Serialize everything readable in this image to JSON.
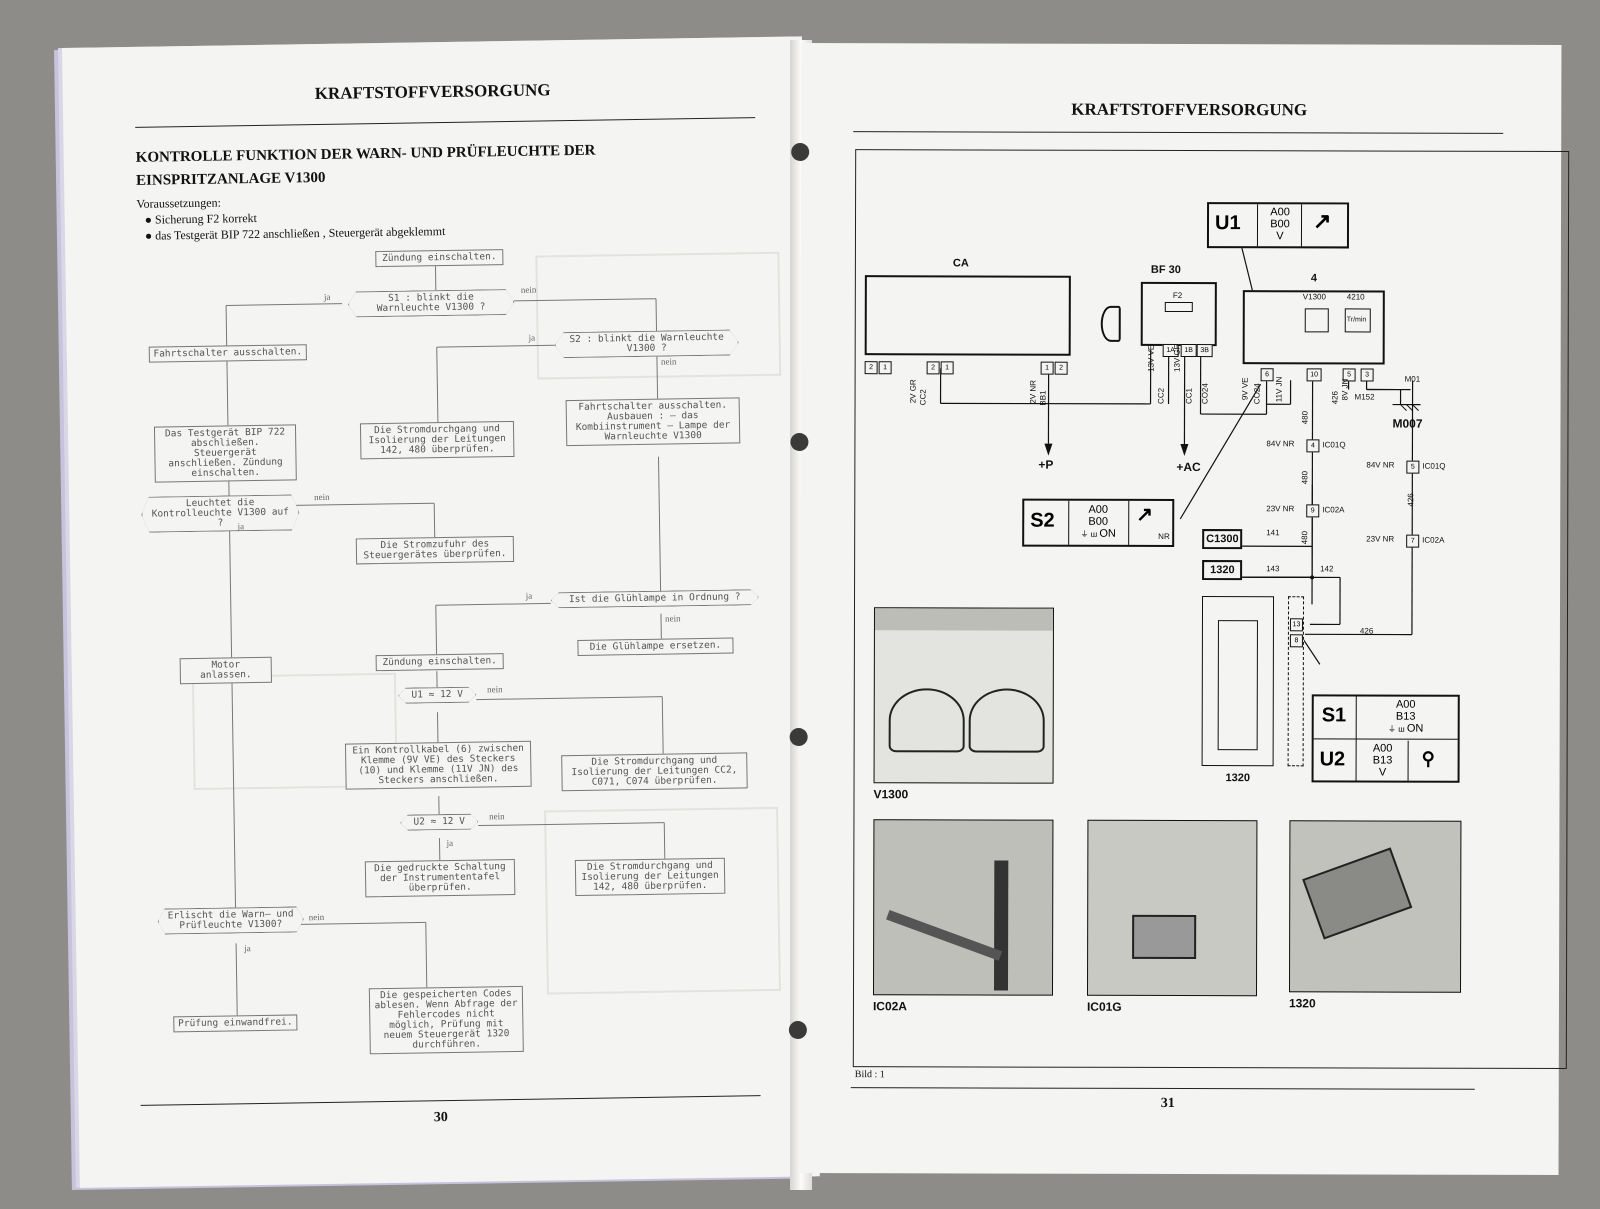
{
  "left": {
    "header": "KRAFTSTOFFVERSORGUNG",
    "title_line1": "KONTROLLE FUNKTION DER WARN- UND PRÜFLEUCHTE DER",
    "title_line2": "EINSPRITZANLAGE V1300",
    "prereq_title": "Voraussetzungen:",
    "prereq": [
      "Sicherung F2 korrekt",
      "das Testgerät BIP 722 anschließen , Steuergerät abgeklemmt"
    ],
    "bullet": "●",
    "flow": {
      "zundung1": "Zündung einschalten.",
      "s1": "S1 : blinkt die Warnleuchte V1300 ?",
      "fahrt1": "Fahrtschalter ausschalten.",
      "s2": "S2 : blinkt die Warnleuchte V1300 ?",
      "testgeraet": "Das Testgerät BIP 722 abschließen. Steuergerät anschließen. Zündung einschalten.",
      "strom1": "Die Stromdurchgang und Isolierung der Leitungen 142, 480 überprüfen.",
      "fahrt2": "Fahrtschalter ausschalten. Ausbauen : – das Kombiinstrument – Lampe der Warnleuchte V1300",
      "leuchtet": "Leuchtet die Kontrolleuchte V1300 auf ?",
      "stromzufuhr": "Die Stromzufuhr des Steuergerätes überprüfen.",
      "gluh": "Ist die Glühlampe in Ordnung ?",
      "gluh_ersetzen": "Die Glühlampe ersetzen.",
      "motor": "Motor anlassen.",
      "zundung2": "Zündung einschalten.",
      "u1": "U1 ≈ 12 V",
      "kontrollkabel": "Ein Kontrollkabel (6) zwischen Klemme (9V VE) des Steckers (10) und Klemme (11V JN) des Steckers anschließen.",
      "strom2": "Die Stromdurchgang und Isolierung der Leitungen CC2, C071, C074 überprüfen.",
      "u2": "U2 ≈ 12 V",
      "gedruckte": "Die gedruckte Schaltung der Instrumententafel überprüfen.",
      "strom3": "Die Stromdurchgang und Isolierung der Leitungen 142, 480 überprüfen.",
      "erlischt": "Erlischt die Warn– und Prüfleuchte V1300?",
      "pruefung": "Prüfung einwandfrei.",
      "codes": "Die gespeicherten Codes ablesen. Wenn Abfrage der Fehlercodes nicht möglich, Prüfung mit neuem Steuergerät 1320 durchführen.",
      "ja": "ja",
      "nein": "nein"
    },
    "page_number": "30"
  },
  "right": {
    "header": "KRAFTSTOFFVERSORGUNG",
    "labels": {
      "ca": "CA",
      "bf30": "BF 30",
      "f2": "F2",
      "four": "4",
      "v1300": "V1300",
      "n4210": "4210",
      "trmin": "Tr/min",
      "u1": "U1",
      "s2": "S2",
      "s1": "S1",
      "u2": "U2",
      "a00": "A00",
      "b00": "B00",
      "b13": "B13",
      "v": "V",
      "on": "ON",
      "nr": "NR",
      "plusp": "+P",
      "plusac": "+AC",
      "c1300": "C1300",
      "n1320": "1320",
      "m01": "M01",
      "m007": "M007",
      "m152": "M152",
      "w_2vgr": "2V GR",
      "w_cc2": "CC2",
      "w_2vnr": "2V NR",
      "w_bb1": "BB1",
      "w_13vve": "13V VE",
      "w_cc2b": "CC2",
      "w_13vgr": "13V GR",
      "w_cc1": "CC1",
      "w_co24": "CO24",
      "w_9vve": "9V VE",
      "w_co24b": "CO24",
      "w_11vjn": "11V JN",
      "w_8vjn": "8V JN",
      "w_426": "426",
      "w_480": "480",
      "w_84vnr": "84V NR",
      "w_ic01q": "IC01Q",
      "w_23vnr": "23V NR",
      "w_ic02a": "IC02A",
      "w_141": "141",
      "w_143": "143",
      "w_142": "142",
      "w_426b": "426",
      "p1a": "1A",
      "p1b": "1B",
      "p3b": "3B",
      "p2": "2",
      "p1": "1",
      "p6": "6",
      "p10": "10",
      "p5": "5",
      "p3": "3",
      "p4": "4",
      "p9": "9",
      "p7": "7",
      "p13": "13",
      "p8": "8"
    },
    "photos": {
      "v1300": "V1300",
      "ic02a": "IC02A",
      "ic01g": "IC01G",
      "p1320": "1320",
      "p1320b": "1320"
    },
    "bild": "Bild : 1",
    "page_number": "31"
  }
}
